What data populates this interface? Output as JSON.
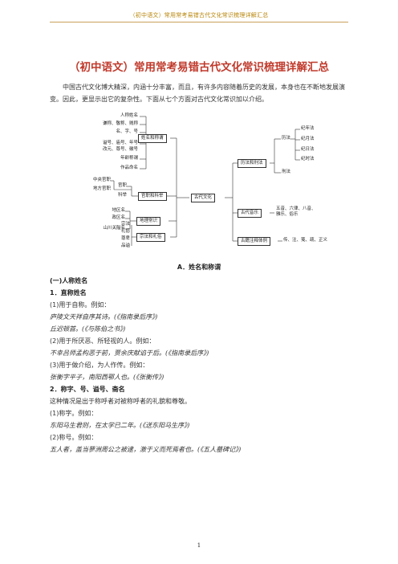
{
  "header": "（初中语文）常用常考易错古代文化常识梳理详解汇总",
  "title": "（初中语文）常用常考易错古代文化常识梳理详解汇总",
  "intro": "中国古代文化博大精深，内涵十分丰富，而且，有许多内容随着历史的发展，本身也在不断地发展演变。因此，更显示出它的复杂性。下面从七个方面对古代文化常识加以介绍。",
  "mindmap": {
    "center": "古代文化",
    "left": [
      {
        "label": "姓名和称谓",
        "items": [
          "人称姓名",
          "谦称、敬称、贱称",
          "名、字、号",
          "谥号、庙号、年号",
          "改元、尊号、徽号",
          "年龄称谓",
          "作品命名"
        ]
      },
      {
        "label": "官职和科举",
        "items": [
          "中央官职",
          "地方官职",
          "官职",
          "科举"
        ]
      },
      {
        "label": "地理常识",
        "items": [
          "地区名",
          "政区名",
          "山川关隘名"
        ]
      },
      {
        "label": "宗法和礼俗",
        "items": [
          "宗法",
          "礼俗",
          "尊卑",
          "品谥"
        ]
      }
    ],
    "right": [
      {
        "label": "历法和刑法",
        "items": [
          "历法",
          "纪年法",
          "纪月法",
          "纪日法",
          "纪时法",
          "刑法"
        ]
      },
      {
        "label": "古代音乐",
        "items": [
          "五音、六律、八音、雅乐、俗乐"
        ]
      },
      {
        "label": "古籍注释体例",
        "items": [
          "传、注、笺、疏、正义"
        ]
      }
    ]
  },
  "section_a": "A．姓名和称谓",
  "body": [
    {
      "type": "h",
      "text": "(一)人称姓名"
    },
    {
      "type": "h",
      "text": "1．直称姓名"
    },
    {
      "type": "n",
      "text": "(1)用于自称。例如："
    },
    {
      "type": "q",
      "text": "庐陵文天祥自序其诗。(《指南录后序》)"
    },
    {
      "type": "q",
      "text": "丘迟顿首。(《与陈伯之书》)"
    },
    {
      "type": "n",
      "text": "(2)用于所厌恶、所轻视的人。例如："
    },
    {
      "type": "q",
      "text": "不幸吕师孟构恶于前，贾余庆献谄于后。(《指南录后序》)"
    },
    {
      "type": "n",
      "text": "(3)用于做介绍，为人作传。例如："
    },
    {
      "type": "q",
      "text": "张衡字平子，南阳西鄂人也。(《张衡传》)"
    },
    {
      "type": "h",
      "text": "2．称字、号、谥号、斋名"
    },
    {
      "type": "n",
      "text": "这种情况是出于称呼者对被称呼者的礼貌和尊敬。"
    },
    {
      "type": "n",
      "text": "(1)称字。例如："
    },
    {
      "type": "q",
      "text": "东阳马生君则，在太学已二年。(《送东阳马生序》)"
    },
    {
      "type": "n",
      "text": "(2)称号。例如："
    },
    {
      "type": "q",
      "text": "五人者，盖当蓼洲周公之被逮，激于义而死焉者也。(《五人墓碑记》)"
    }
  ],
  "page_number": "1"
}
